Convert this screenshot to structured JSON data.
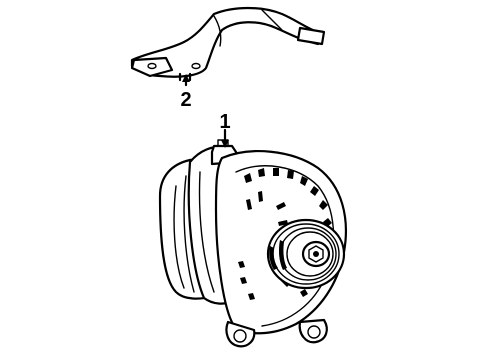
{
  "callouts": [
    {
      "number": "1",
      "part": "alternator"
    },
    {
      "number": "2",
      "part": "bracket"
    }
  ],
  "colors": {
    "line": "#000000",
    "background": "#ffffff"
  }
}
